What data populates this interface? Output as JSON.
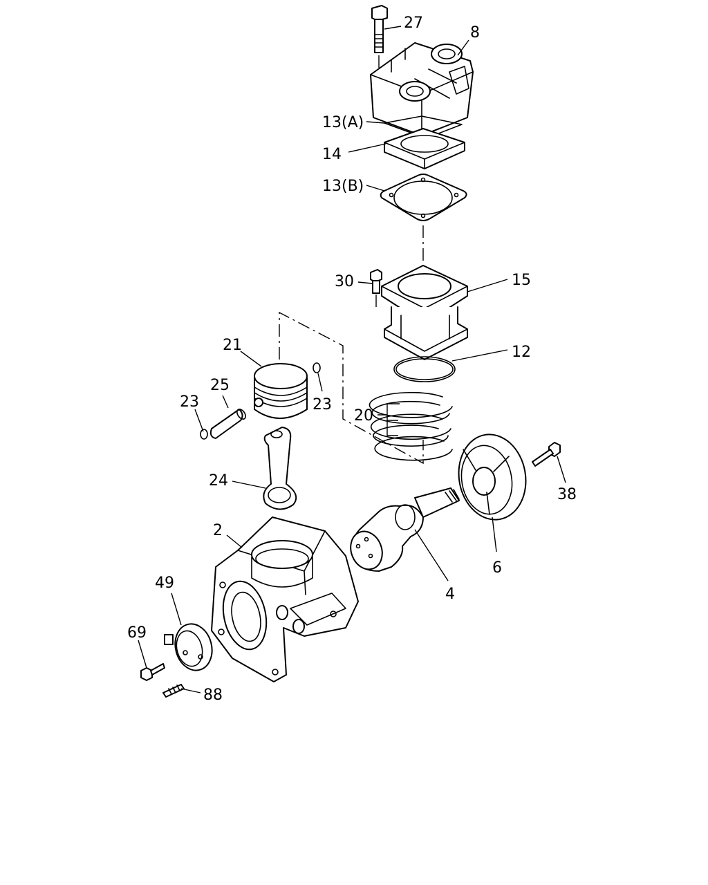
{
  "labels": {
    "p27": "27",
    "p8": "8",
    "p13a": "13(A)",
    "p14": "14",
    "p13b": "13(B)",
    "p30": "30",
    "p15": "15",
    "p21": "21",
    "p12": "12",
    "p25": "25",
    "p23l": "23",
    "p23r": "23",
    "p20": "20",
    "p24": "24",
    "p38": "38",
    "p2": "2",
    "p6": "6",
    "p4": "4",
    "p49": "49",
    "p69": "69",
    "p88": "88"
  }
}
